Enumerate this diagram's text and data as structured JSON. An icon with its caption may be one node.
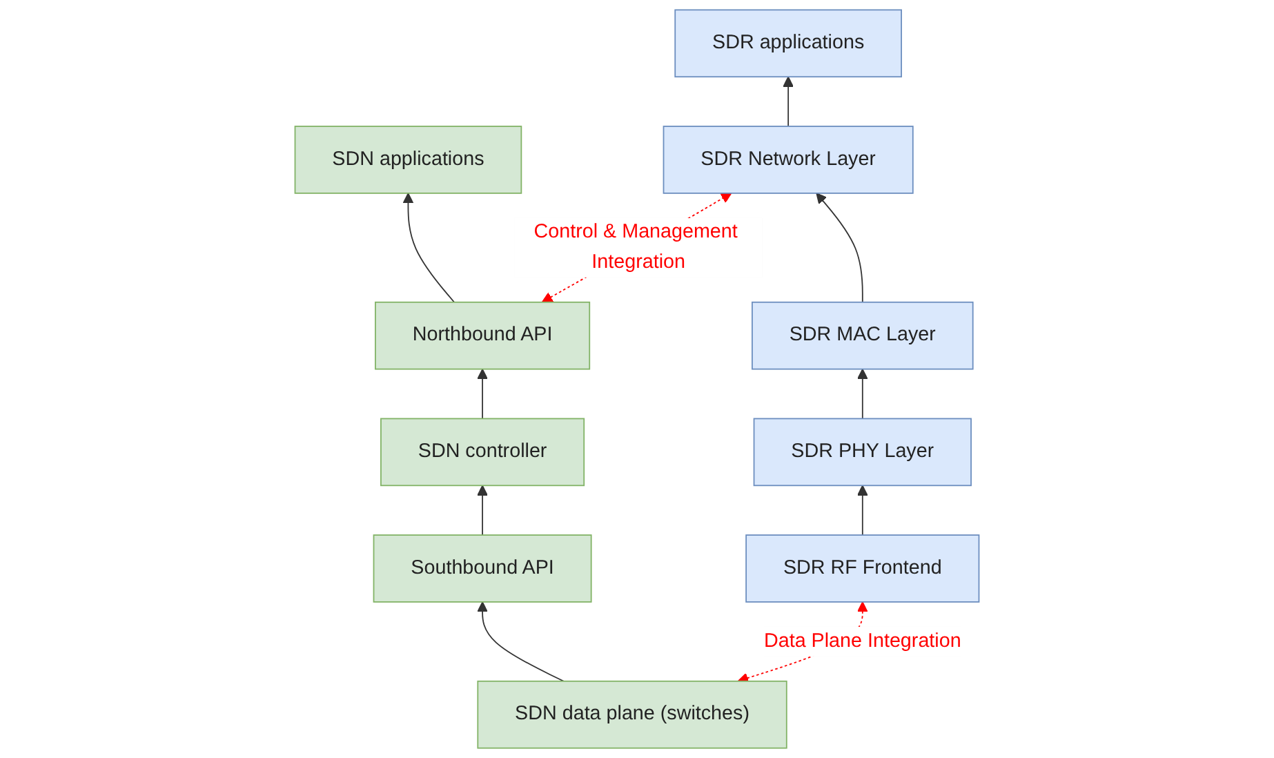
{
  "diagram": {
    "nodes": [
      {
        "text": [
          "SDN applications"
        ]
      },
      {
        "text": [
          "SDR applications"
        ]
      },
      {
        "text": [
          "Northbound API"
        ]
      },
      {
        "text": [
          "SDR Network Layer"
        ]
      },
      {
        "text": [
          "SDN controller"
        ]
      },
      {
        "text": [
          "SDR MAC Layer"
        ]
      },
      {
        "text": [
          "Southbound API"
        ]
      },
      {
        "text": [
          "SDR PHY Layer"
        ]
      },
      {
        "text": [
          "SDN data plane (switches)"
        ]
      },
      {
        "text": [
          "SDR RF Frontend"
        ]
      }
    ],
    "edges": [
      {
        "from": 8,
        "to": 6,
        "arrow": "to"
      },
      {
        "from": 6,
        "to": 4,
        "arrow": "to"
      },
      {
        "from": 4,
        "to": 2,
        "arrow": "to"
      },
      {
        "from": 2,
        "to": 0,
        "arrow": "to"
      },
      {
        "from": 9,
        "to": 7,
        "arrow": "to"
      },
      {
        "from": 7,
        "to": 5,
        "arrow": "to"
      },
      {
        "from": 5,
        "to": 3,
        "arrow": "to"
      },
      {
        "from": 3,
        "to": 1,
        "arrow": "to"
      },
      {
        "from": 2,
        "to": 3,
        "arrow": "both",
        "label": "Control & Management Integration",
        "style": "dashed",
        "color": "#ff0000"
      },
      {
        "from": 8,
        "to": 9,
        "arrow": "both",
        "label": "Data Plane Integration",
        "style": "dashed",
        "color": "#ff0000"
      }
    ]
  }
}
